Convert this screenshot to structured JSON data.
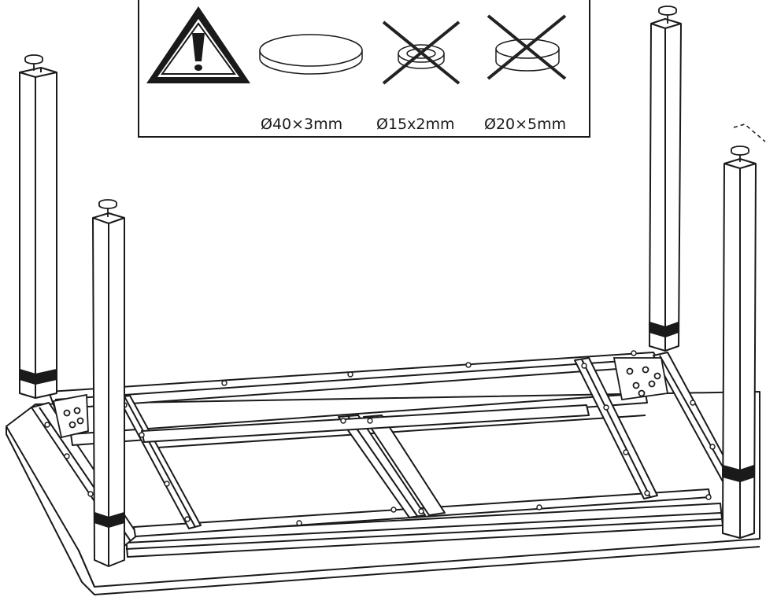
{
  "warning_panel": {
    "warning_icon": "warning-triangle-exclamation-icon",
    "pads": [
      {
        "size_label": "Ø40×3mm",
        "status": "correct",
        "icon": "large-flat-pad-icon"
      },
      {
        "size_label": "Ø15x2mm",
        "status": "incorrect",
        "icon": "crossed-out-small-pad-icon"
      },
      {
        "size_label": "Ø20×5mm",
        "status": "incorrect",
        "icon": "crossed-out-thick-pad-icon"
      }
    ]
  },
  "assembly": {
    "view": "inverted table frame with four legs, felt pads on leg tops",
    "legs": 4,
    "pads_shown": 4
  },
  "colors": {
    "line": "#1a1a1a",
    "background": "#ffffff",
    "cross": "#222222"
  }
}
